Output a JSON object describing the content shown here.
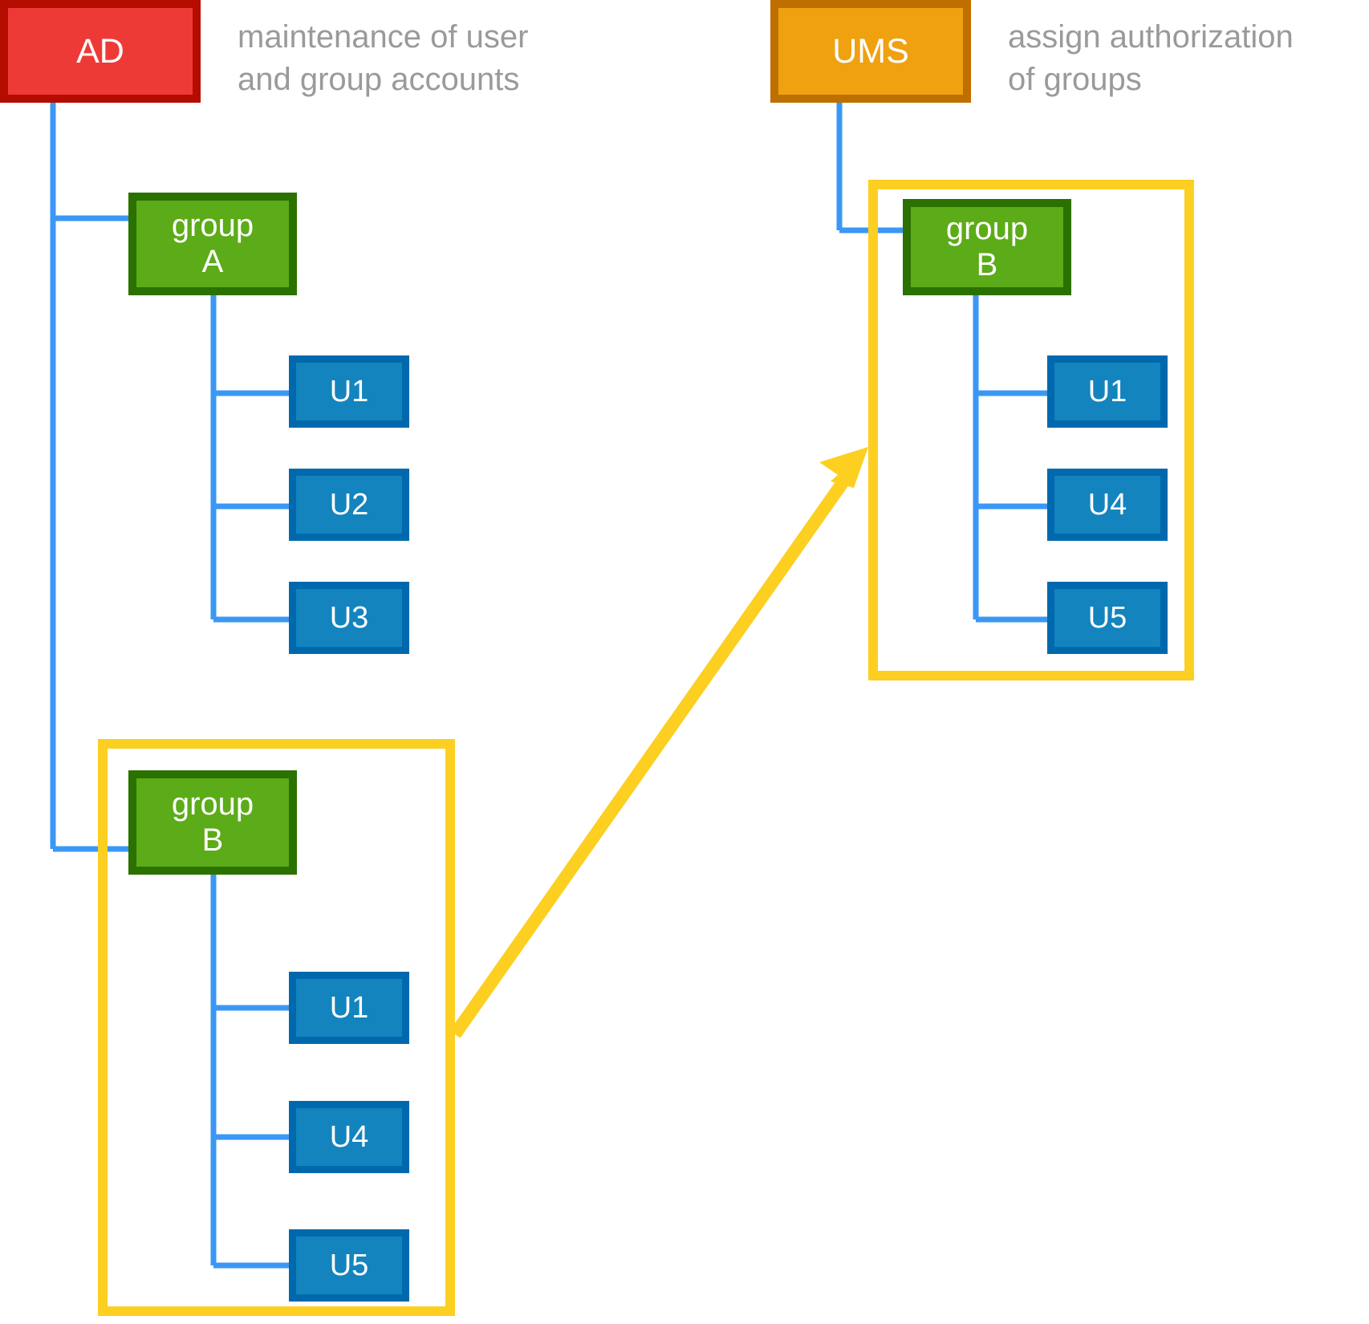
{
  "diagram": {
    "title": "AD and UMS group membership diagram",
    "colors": {
      "ad_fill": "#EE3A36",
      "ad_border": "#B50C00",
      "ums_fill": "#EFA110",
      "ums_border": "#BF6E00",
      "group_fill": "#5CAB18",
      "group_border": "#2A7100",
      "user_fill": "#1384BE",
      "user_border": "#0069AD",
      "container_border": "#FCCF21",
      "arrow": "#FCCF21",
      "wire": "#3B97F5",
      "caption_text": "#9A9A9A"
    }
  },
  "left": {
    "source": {
      "label": "AD"
    },
    "caption": "maintenance of user\nand group accounts",
    "group_a": {
      "label": "group\nA",
      "members": [
        {
          "label": "U1"
        },
        {
          "label": "U2"
        },
        {
          "label": "U3"
        }
      ]
    },
    "group_b": {
      "label": "group\nB",
      "members": [
        {
          "label": "U1"
        },
        {
          "label": "U4"
        },
        {
          "label": "U5"
        }
      ]
    }
  },
  "right": {
    "source": {
      "label": "UMS"
    },
    "caption": "assign authorization\nof groups",
    "group_b": {
      "label": "group\nB",
      "members": [
        {
          "label": "U1"
        },
        {
          "label": "U4"
        },
        {
          "label": "U5"
        }
      ]
    }
  }
}
